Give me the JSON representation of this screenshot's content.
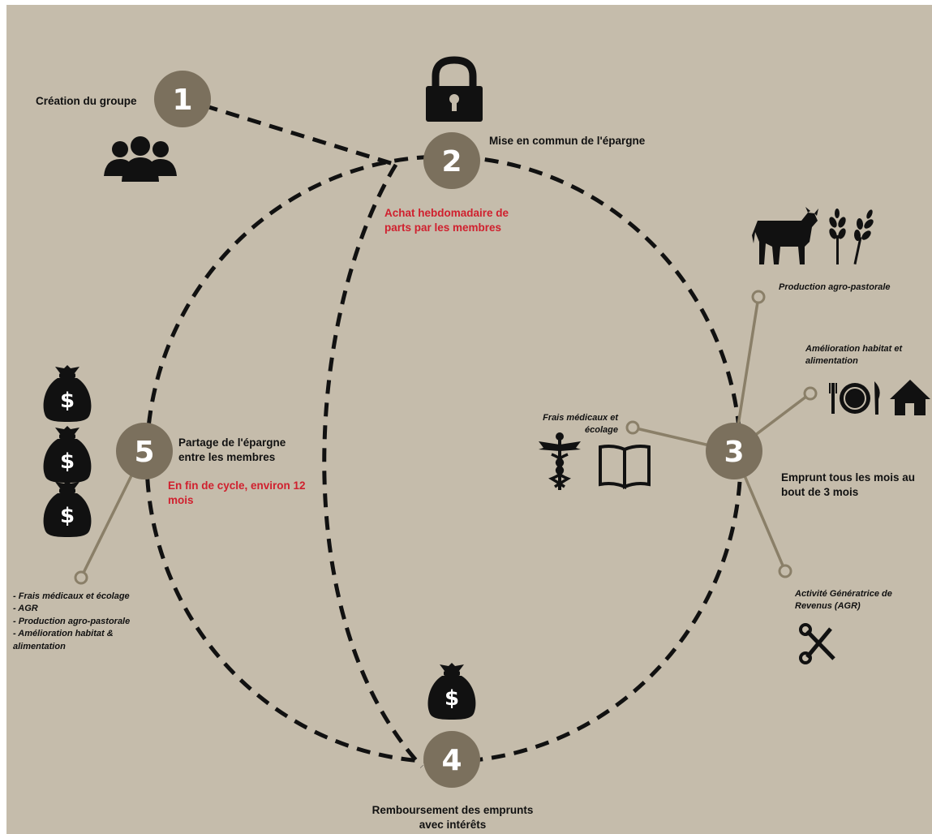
{
  "steps": {
    "s1": {
      "number": "1",
      "label": "Création du groupe"
    },
    "s2": {
      "number": "2",
      "label": "Mise en commun de l'épargne",
      "sublabel": "Achat hebdomadaire de parts par les membres"
    },
    "s3": {
      "number": "3",
      "label": "Emprunt tous les mois au bout de 3 mois"
    },
    "s4": {
      "number": "4",
      "label": "Remboursement des emprunts avec intérêts"
    },
    "s5": {
      "number": "5",
      "label": "Partage de l'épargne entre les membres",
      "sublabel": "En fin de cycle, environ 12 mois"
    }
  },
  "uses3": {
    "agro": "Production agro-pastorale",
    "habitat": "Amélioration habitat et alimentation",
    "medical": "Frais médicaux et écolage",
    "agr": "Activité Génératrice de Revenus (AGR)"
  },
  "uses5": [
    "- Frais médicaux et écolage",
    "- AGR",
    "- Production agro-pastorale",
    "- Amélioration habitat & alimentation"
  ],
  "icons": [
    "group-icon",
    "lock-icon",
    "cow-icon",
    "wheat-icon",
    "plate-icon",
    "house-icon",
    "caduceus-icon",
    "book-icon",
    "scissors-icon",
    "money-bag-icon"
  ],
  "colors": {
    "background": "#c5bcab",
    "node": "#7b705d",
    "connector": "#8a7f68",
    "accent_red": "#d0202e",
    "ink": "#111111"
  }
}
